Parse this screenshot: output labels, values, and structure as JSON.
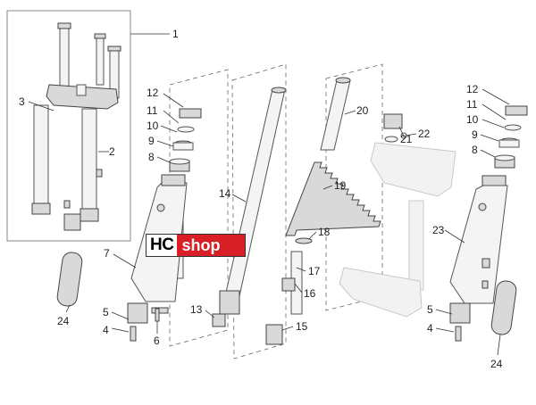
{
  "logo": {
    "hc": "HC",
    "shop": "shop"
  },
  "labels": {
    "l1": "1",
    "l2": "2",
    "l3": "3",
    "l4a": "4",
    "l5a": "5",
    "l6": "6",
    "l7": "7",
    "l8a": "8",
    "l9a": "9",
    "l10a": "10",
    "l11a": "11",
    "l12a": "12",
    "l13": "13",
    "l14": "14",
    "l15": "15",
    "l16": "16",
    "l17": "17",
    "l18": "18",
    "l19": "19",
    "l20": "20",
    "l21": "21",
    "l22": "22",
    "l23": "23",
    "l4b": "4",
    "l5b": "5",
    "l8b": "8",
    "l9b": "9",
    "l10b": "10",
    "l11b": "11",
    "l12b": "12",
    "l24a": "24",
    "l24b": "24"
  },
  "colors": {
    "brand_red": "#d81f26",
    "line": "#555555",
    "ghost": "#c8c8c8"
  }
}
